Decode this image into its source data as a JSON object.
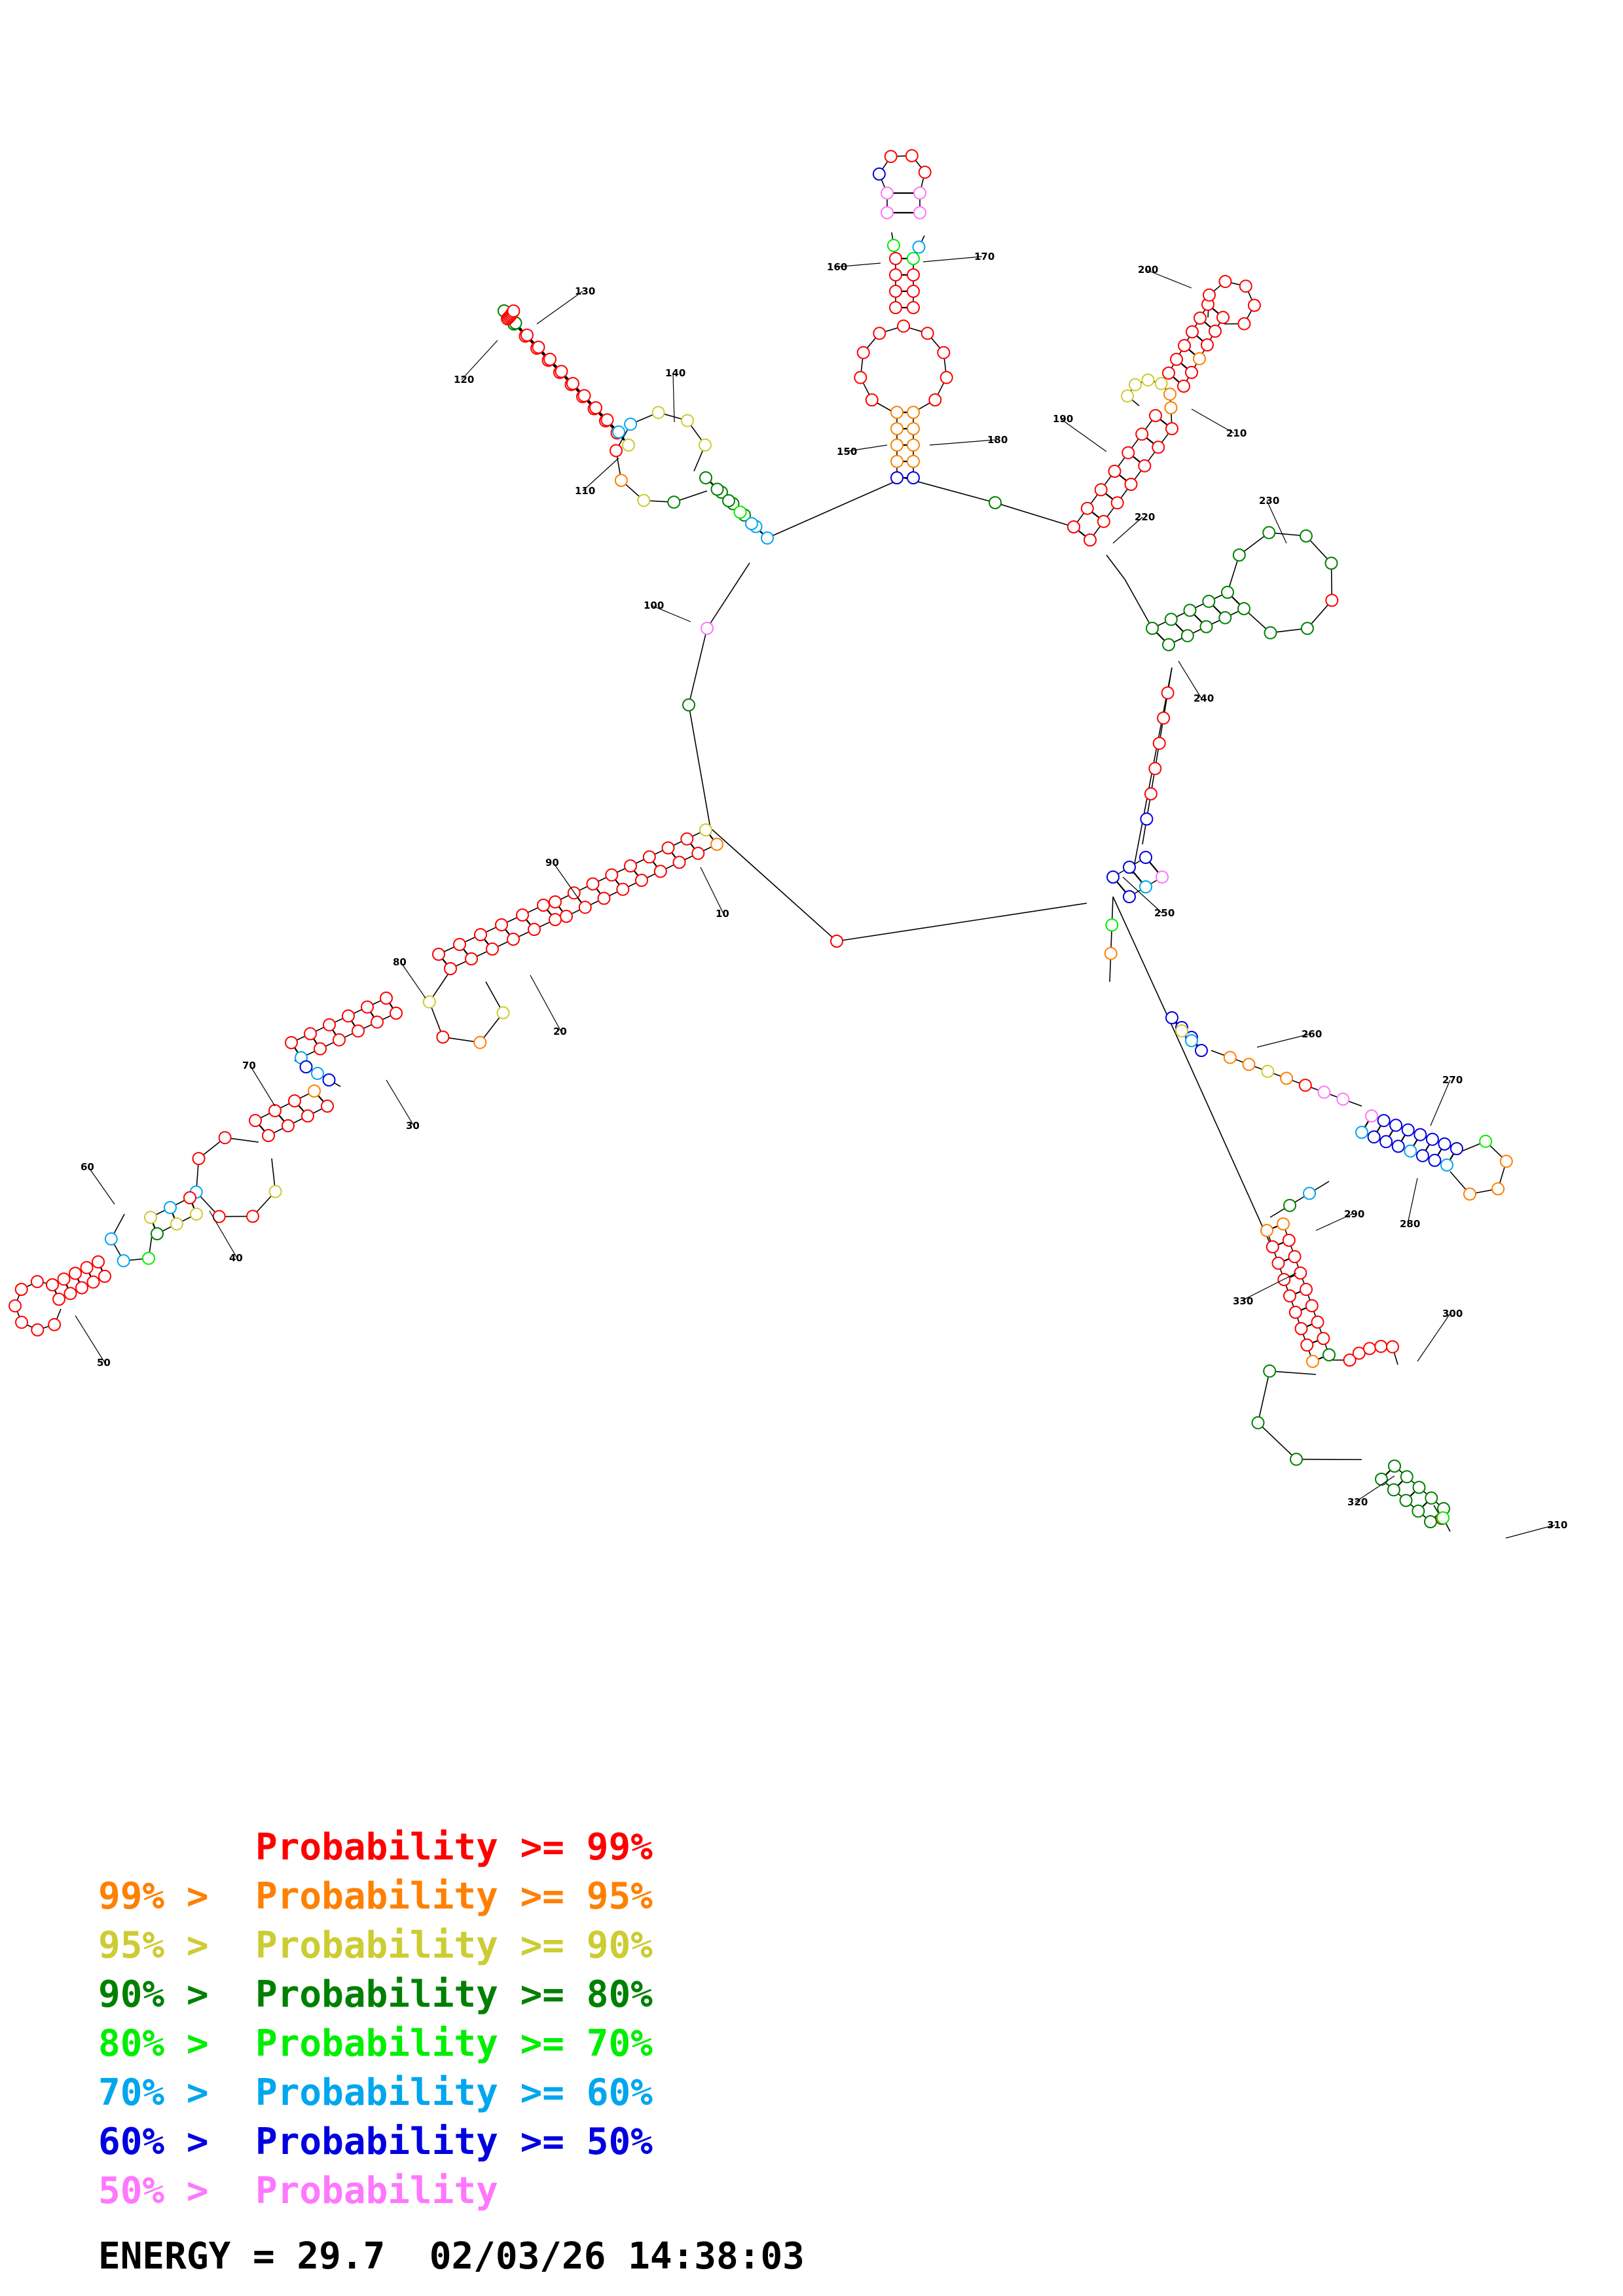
{
  "colors": {
    "r": "#ff0000",
    "o": "#ff8000",
    "y": "#cccc33",
    "g": "#008000",
    "l": "#00ee00",
    "c": "#00a6ee",
    "b": "#0000e0",
    "p": "#ff77ff"
  },
  "labels": [
    "10",
    "20",
    "30",
    "40",
    "50",
    "60",
    "70",
    "80",
    "90",
    "100",
    "110",
    "120",
    "130",
    "140",
    "150",
    "160",
    "170",
    "180",
    "190",
    "200",
    "210",
    "220",
    "230",
    "240",
    "250",
    "260",
    "270",
    "280",
    "290",
    "300",
    "310",
    "320",
    "330"
  ],
  "legend": [
    {
      "lower": "",
      "text": "Probability >= 99%",
      "color": "#ff0000"
    },
    {
      "lower": "99% >",
      "text": "Probability >= 95%",
      "color": "#ff8000"
    },
    {
      "lower": "95% >",
      "text": "Probability >= 90%",
      "color": "#cccc33"
    },
    {
      "lower": "90% >",
      "text": "Probability >= 80%",
      "color": "#008000"
    },
    {
      "lower": "80% >",
      "text": "Probability >= 70%",
      "color": "#00ee00"
    },
    {
      "lower": "70% >",
      "text": "Probability >= 60%",
      "color": "#00a6ee"
    },
    {
      "lower": "60% >",
      "text": "Probability >= 50%",
      "color": "#0000e0"
    },
    {
      "lower": "50% >",
      "text": "Probability",
      "color": "#ff77ff"
    }
  ],
  "energy": "ENERGY = 29.7  02/03/26 14:38:03"
}
